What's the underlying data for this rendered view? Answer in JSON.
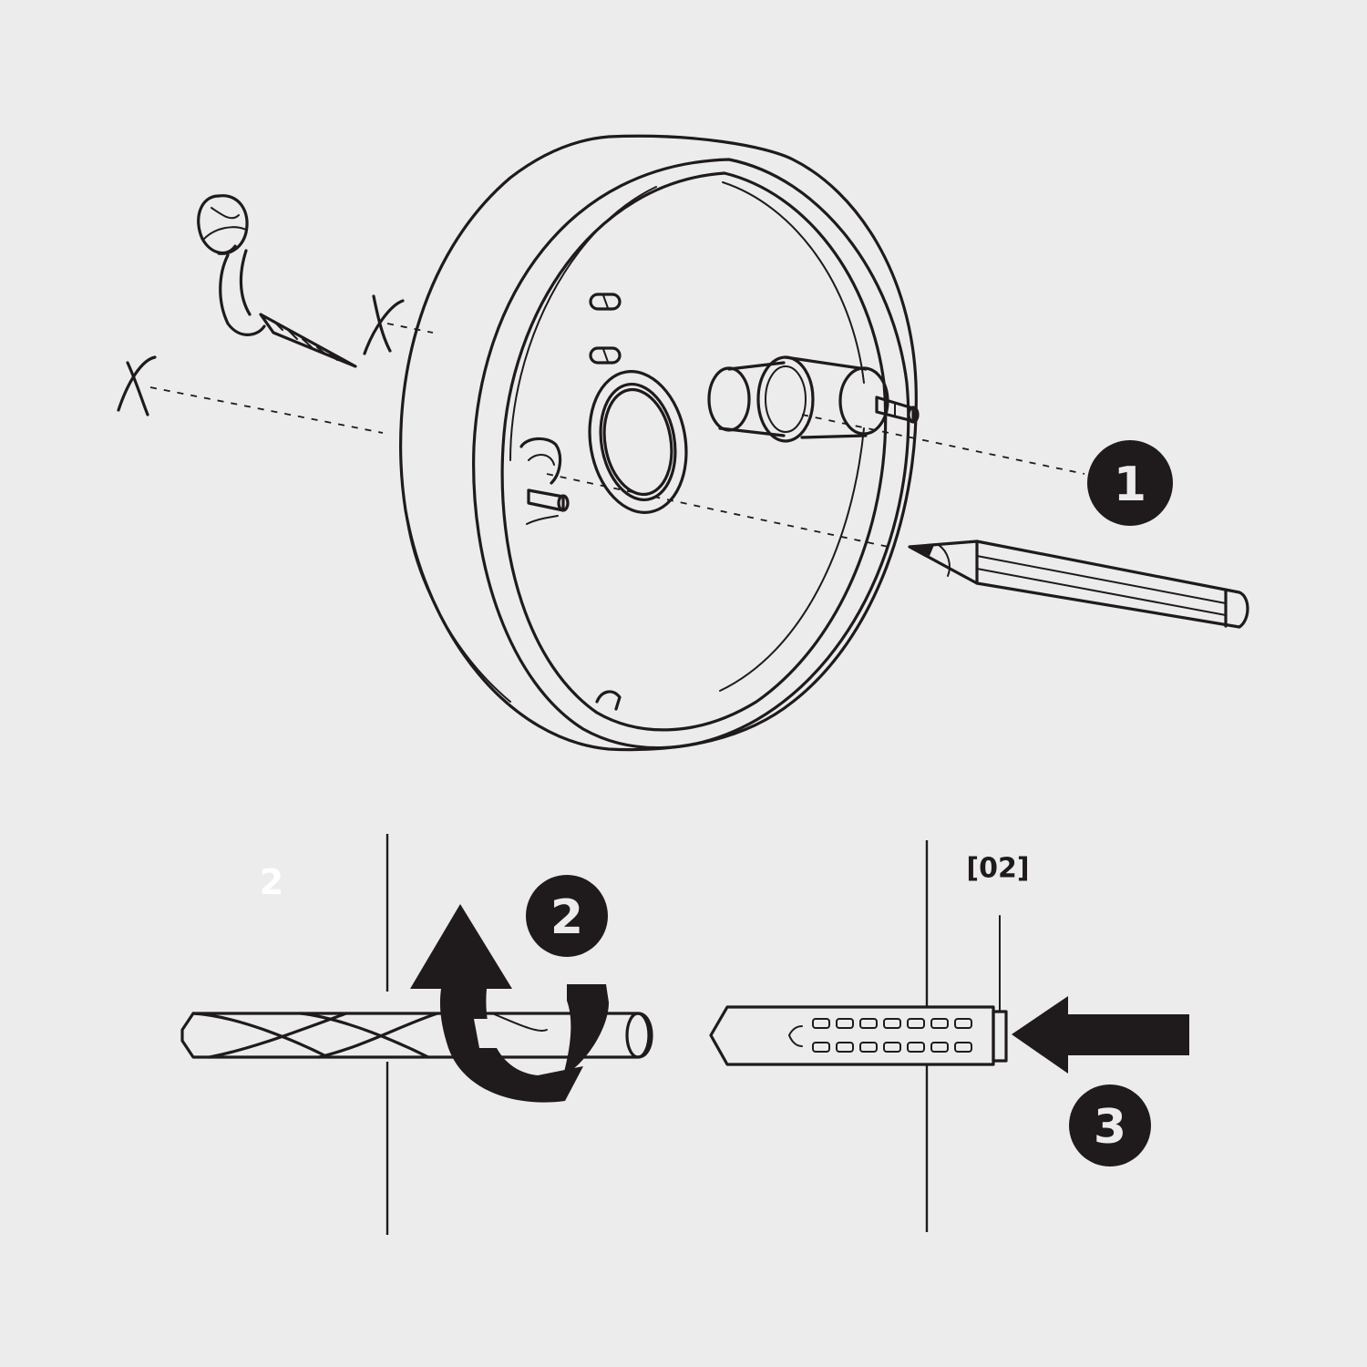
{
  "steps": [
    {
      "badge": "1",
      "description": "mark-holes-with-pencil"
    },
    {
      "badge": "2",
      "description": "drill-holes"
    },
    {
      "badge": "3",
      "description": "insert-wall-plugs"
    }
  ],
  "faint_step_label": "2",
  "part_code": "[02]",
  "colors": {
    "background": "#ececec",
    "ink": "#1f1b1c"
  },
  "icons": [
    "mounting-base",
    "screw",
    "pencil",
    "drill-bit",
    "rotation-arrow",
    "wall-plug",
    "push-arrow",
    "cross-mark"
  ]
}
